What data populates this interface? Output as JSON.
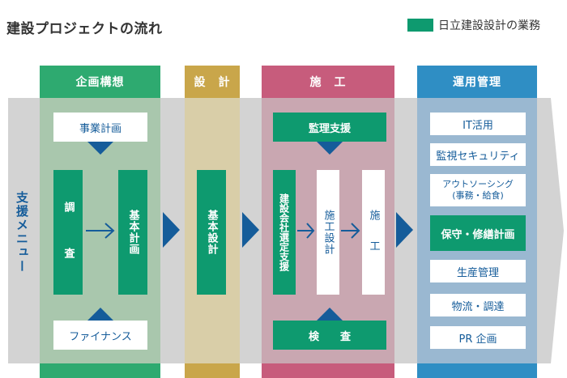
{
  "title": "建設プロジェクトの流れ",
  "legend": {
    "label": "日立建設設計の業務",
    "color": "#0e9a6f"
  },
  "side_label": "支援メニュー",
  "phases": {
    "planning": {
      "header": "企画構想",
      "survey": "調　　査",
      "basic_plan": "基本計画",
      "project_plan": "事業計画",
      "finance": "ファイナンス"
    },
    "design": {
      "header": "設　計",
      "basic_design": "基本設計"
    },
    "construction": {
      "header": "施　工",
      "supervision": "監理支援",
      "contractor_selection": "建設会社選定支援",
      "construction_design": "施工設計",
      "construction_work": "施　工",
      "inspection": "検　　査"
    },
    "operation": {
      "header": "運用管理",
      "items": [
        "IT活用",
        "監視セキュリティ",
        "アウトソーシング",
        "(事務・給食)",
        "保守・修繕計画",
        "生産管理",
        "物流・調達",
        "PR 企画"
      ]
    }
  },
  "colors": {
    "planning_header": "#2eaa70",
    "planning_body": "#a9c7ad",
    "design_header": "#c9a64a",
    "design_body": "#d9cea8",
    "construction_header": "#c75c7c",
    "construction_body": "#c9a7b1",
    "operation_header": "#2f8ec4",
    "operation_body": "#9ab8d1",
    "accent_blue": "#155c9a"
  }
}
